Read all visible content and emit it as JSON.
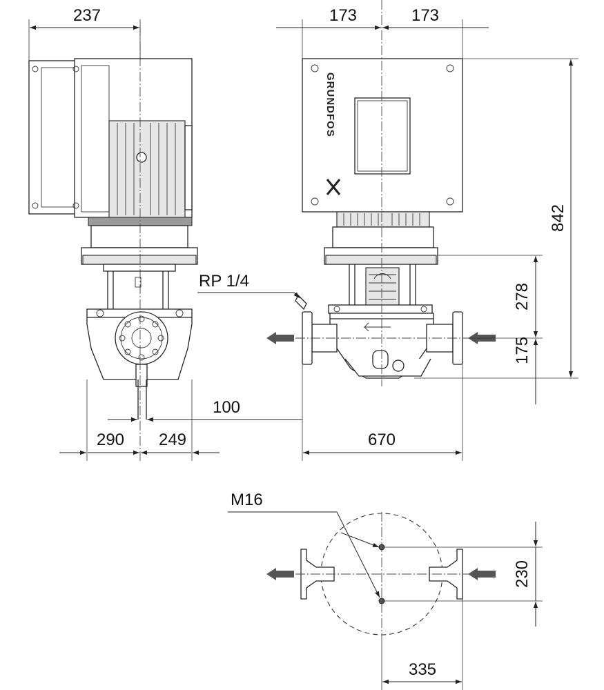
{
  "dimensions": {
    "side_motor_depth": "237",
    "front_half_width_left": "173",
    "front_half_width_right": "173",
    "overall_height": "842",
    "inlet_height": "278",
    "port_height": "175",
    "foot_offset": "100",
    "base_left": "290",
    "base_right": "249",
    "port_to_port": "670",
    "bolt_spacing": "230",
    "half_port_to_port": "335"
  },
  "callouts": {
    "vent_plug": "RP 1/4",
    "bolt_thread": "M16"
  },
  "brand_text": "GRUNDFOS",
  "colors": {
    "line": "#222222",
    "background": "#ffffff"
  }
}
